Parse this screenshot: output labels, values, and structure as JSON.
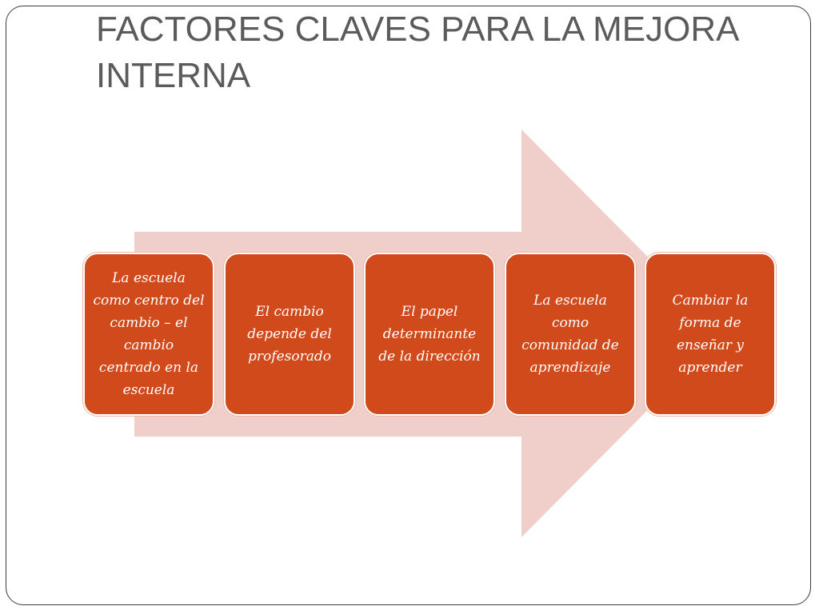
{
  "slide": {
    "title": "FACTORES CLAVES PARA LA MEJORA INTERNA"
  },
  "colors": {
    "arrow": "#f0cfcb",
    "box": "#d14a1b",
    "box_text": "#ffffff",
    "title": "#5b5b5b"
  },
  "process": {
    "steps": [
      {
        "label": "La escuela como centro del cambio – el cambio centrado en la escuela"
      },
      {
        "label": "El cambio depende del profesorado"
      },
      {
        "label": "El papel determinante de la dirección"
      },
      {
        "label": "La escuela como comunidad de aprendizaje"
      },
      {
        "label": "Cambiar la forma de enseñar y aprender"
      }
    ]
  }
}
